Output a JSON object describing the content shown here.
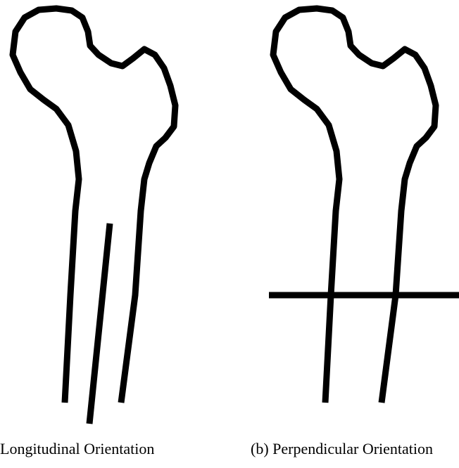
{
  "panels": [
    {
      "id": "a",
      "caption": "Longitudinal Orientation",
      "cut_orientation": "longitudinal"
    },
    {
      "id": "b",
      "caption": "(b) Perpendicular Orientation",
      "cut_orientation": "perpendicular"
    }
  ],
  "colors": {
    "line": "#000000",
    "background": "#ffffff"
  }
}
